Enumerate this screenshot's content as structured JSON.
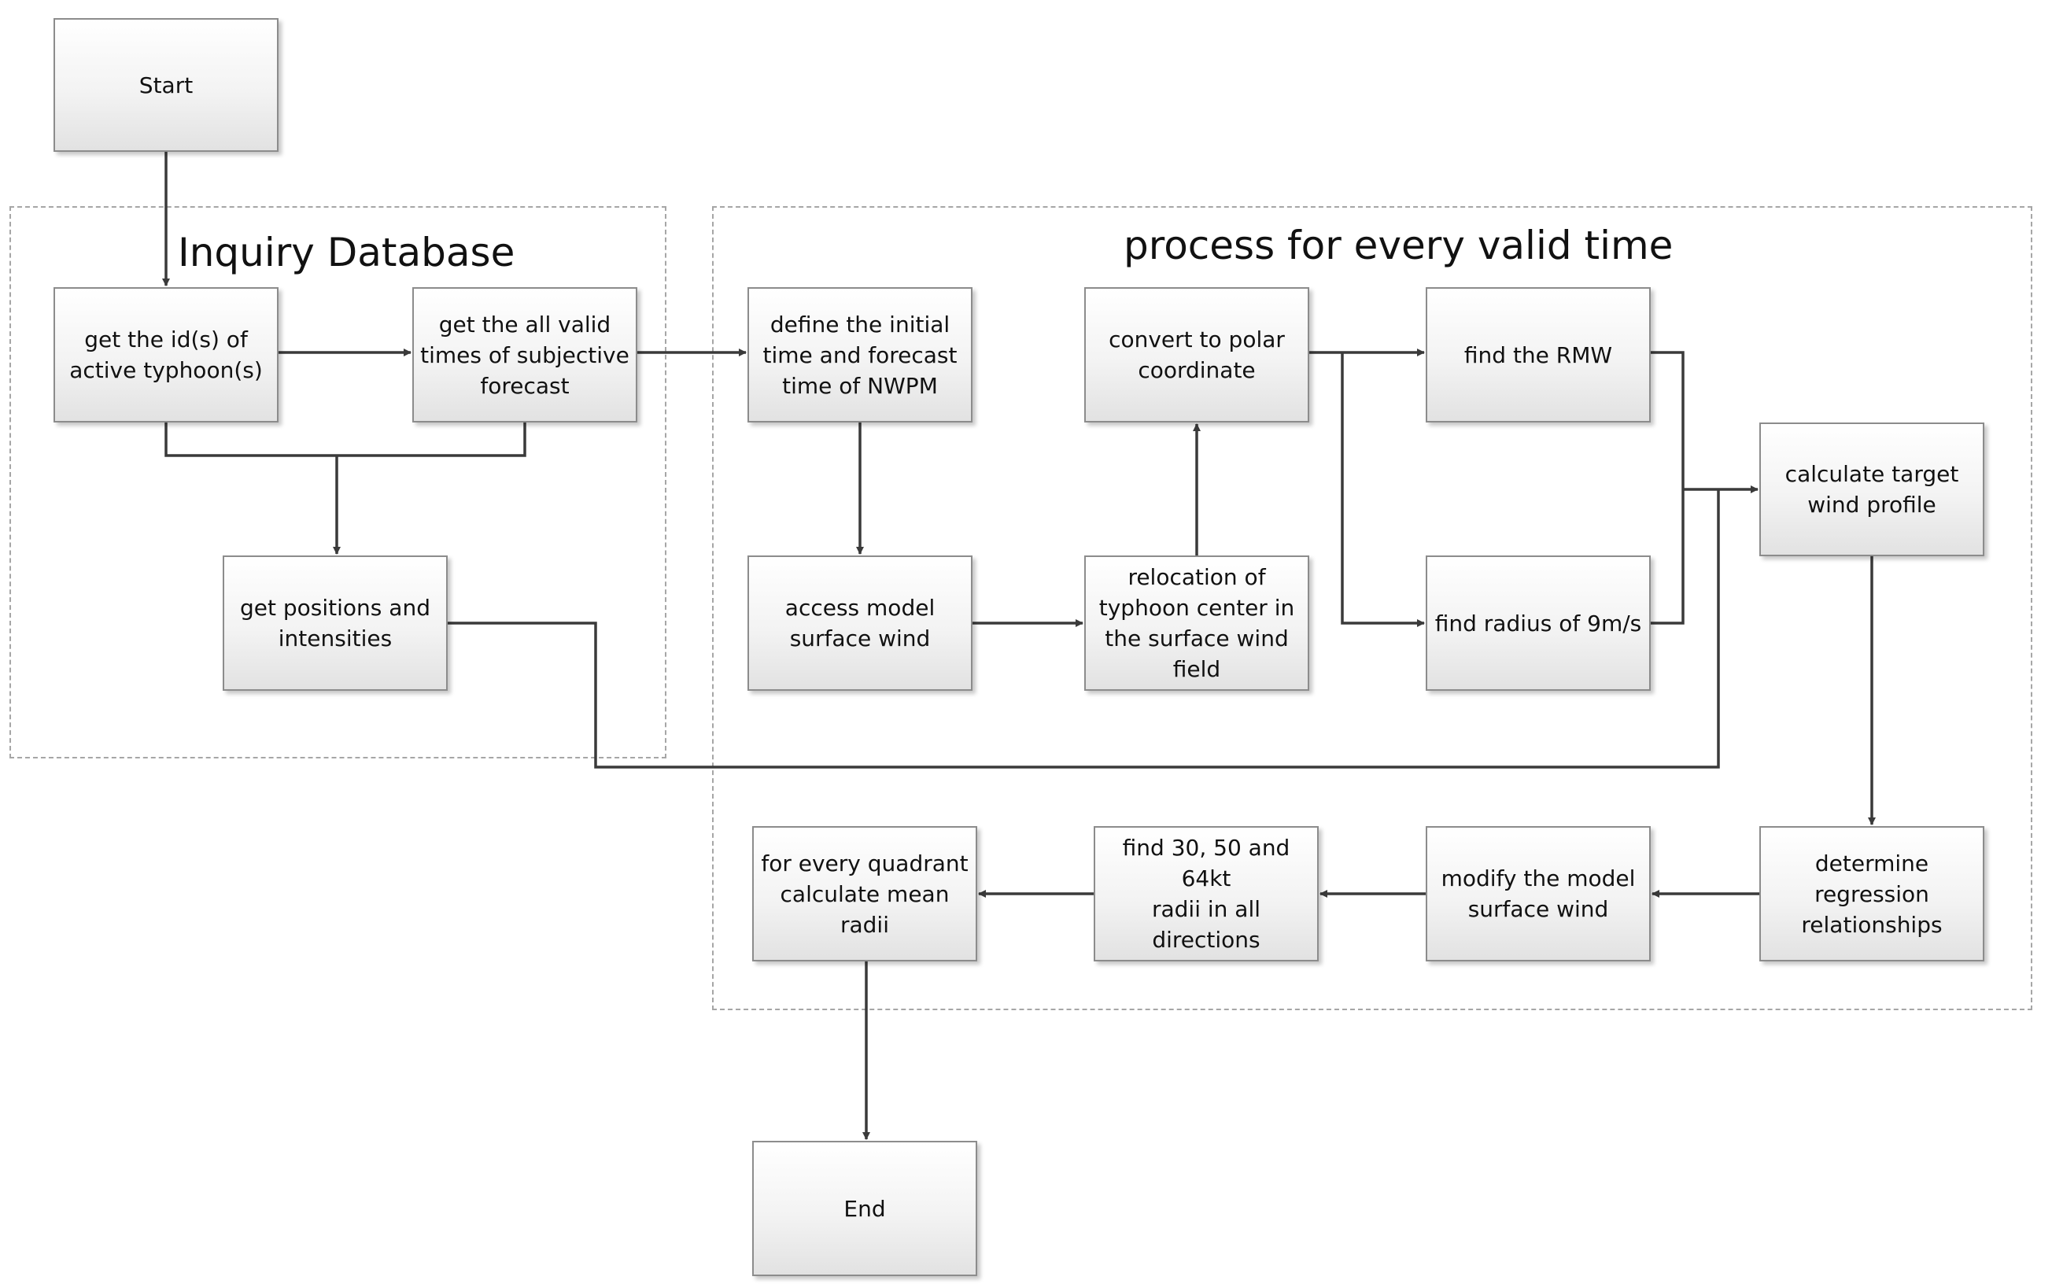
{
  "groups": {
    "inquiry": {
      "title": "Inquiry  Database"
    },
    "process": {
      "title": "process for every valid time"
    }
  },
  "nodes": {
    "start": "Start",
    "get_ids": "get the id(s) of\nactive typhoon(s)",
    "get_valid_times": "get the all valid\ntimes of subjective\nforecast",
    "get_positions": "get positions and\nintensities",
    "define_initial": "define the initial\ntime and forecast\ntime of NWPM",
    "access_model": "access model\nsurface wind",
    "relocation": "relocation of\ntyphoon center in\nthe surface wind\nfield",
    "convert_polar": "convert to polar\ncoordinate",
    "find_rmw": "find the RMW",
    "find_radius_9": "find radius of 9m/s",
    "calc_target": "calculate target\nwind profile",
    "determine_regression": "determine\nregression\nrelationships",
    "modify_model": "modify the model\nsurface wind",
    "find_radii": "find 30, 50 and 64kt\nradii in all directions",
    "mean_radii": "for every quadrant\ncalculate mean radii",
    "end": "End"
  }
}
